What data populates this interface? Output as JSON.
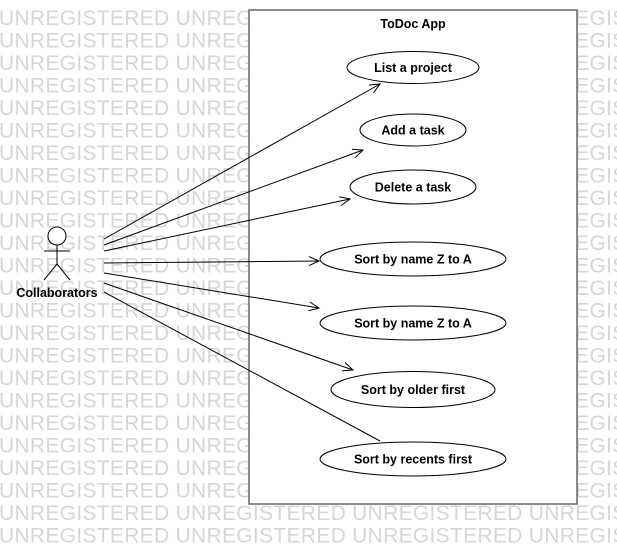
{
  "watermark": {
    "text": "UNREGISTERED",
    "color": "#d6d6d6"
  },
  "system": {
    "title": "ToDoc App"
  },
  "actor": {
    "name": "Collaborators"
  },
  "use_cases": [
    {
      "label": "List a project"
    },
    {
      "label": "Add a task"
    },
    {
      "label": "Delete a task"
    },
    {
      "label": "Sort by name Z to A"
    },
    {
      "label": "Sort by name Z to A"
    },
    {
      "label": "Sort by older first"
    },
    {
      "label": "Sort by recents first"
    }
  ]
}
